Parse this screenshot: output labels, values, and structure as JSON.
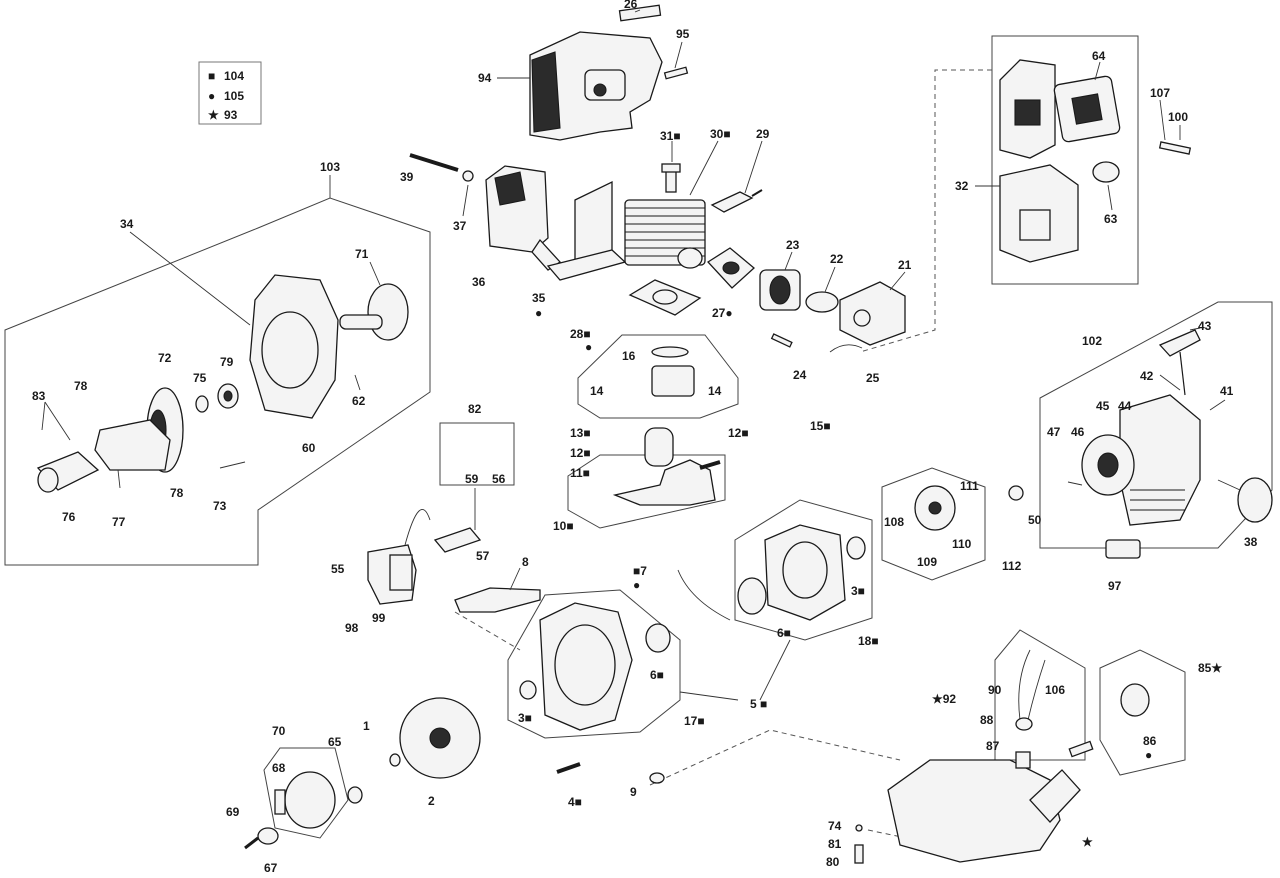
{
  "legend": [
    {
      "symbol": "■",
      "label": "104"
    },
    {
      "symbol": "●",
      "label": "105"
    },
    {
      "symbol": "★",
      "label": "93"
    }
  ],
  "labels": {
    "l26": "26",
    "l95": "95",
    "l94": "94",
    "l31": "31■",
    "l30": "30■",
    "l29": "29",
    "l39": "39",
    "l37": "37",
    "l36": "36",
    "l35": "35",
    "l35m": "●",
    "l103": "103",
    "l34": "34",
    "l71": "71",
    "l23": "23",
    "l22": "22",
    "l21": "21",
    "l64": "64",
    "l107": "107",
    "l100": "100",
    "l32": "32",
    "l63": "63",
    "l27": "27●",
    "l28": "28■",
    "l28m": "●",
    "l16": "16",
    "l24": "24",
    "l25": "25",
    "l43": "43",
    "l102": "102",
    "l42": "42",
    "l41": "41",
    "l14a": "14",
    "l14b": "14",
    "l15": "15■",
    "l72": "72",
    "l79": "79",
    "l75": "75",
    "l78a": "78",
    "l83": "83",
    "l62": "62",
    "l60": "60",
    "l82": "82",
    "l13": "13■",
    "l12a": "12■",
    "l12b": "12■",
    "l45": "45",
    "l44": "44",
    "l47": "47",
    "l46": "46",
    "l59": "59",
    "l56": "56",
    "l78b": "78",
    "l73": "73",
    "l76": "76",
    "l77": "77",
    "l11": "11■",
    "l10": "10■",
    "l111": "111",
    "l50": "50",
    "l108": "108",
    "l110": "110",
    "l109": "109",
    "l112": "112",
    "l38": "38",
    "l55": "55",
    "l57": "57",
    "l8": "8",
    "l7": "■7",
    "l7m": "●",
    "l3a": "3■",
    "l97": "97",
    "l98": "98",
    "l99": "99",
    "l6a": "6■",
    "l18": "18■",
    "l6b": "6■",
    "l85": "85★",
    "l90": "90",
    "l106": "106",
    "l92": "★92",
    "l5": "5 ■",
    "l3b": "3■",
    "l17": "17■",
    "l88": "88",
    "l70": "70",
    "l65": "65",
    "l1": "1",
    "l68": "68",
    "l86": "86",
    "l86m": "●",
    "l87": "87",
    "l9": "9",
    "l4": "4■",
    "l2": "2",
    "l69": "69",
    "l67": "67",
    "l74": "74",
    "l81": "81",
    "l80": "80",
    "lstar": "★"
  }
}
